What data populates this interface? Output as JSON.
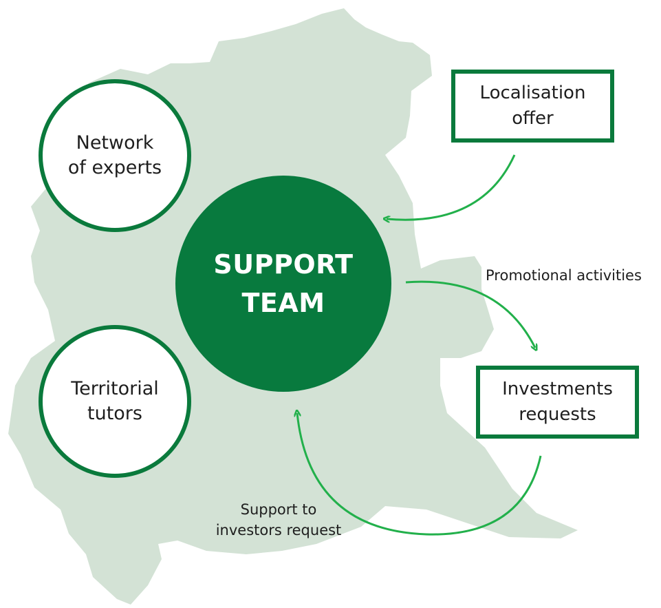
{
  "core": {
    "line1": "SUPPORT",
    "line2": "TEAM"
  },
  "nodes": {
    "experts": {
      "line1": "Network",
      "line2": "of experts"
    },
    "tutors": {
      "line1": "Territorial",
      "line2": "tutors"
    },
    "localisation": {
      "line1": "Localisation",
      "line2": "offer"
    },
    "investments": {
      "line1": "Investments",
      "line2": "requests"
    }
  },
  "edges": {
    "promotional": "Promotional activities",
    "support_line1": "Support to",
    "support_line2": "investors request"
  },
  "colors": {
    "primary_green": "#087a3e",
    "border_green": "#0a7a3c",
    "arrow_green": "#22b04b",
    "map_fill": "#d3e2d5"
  }
}
